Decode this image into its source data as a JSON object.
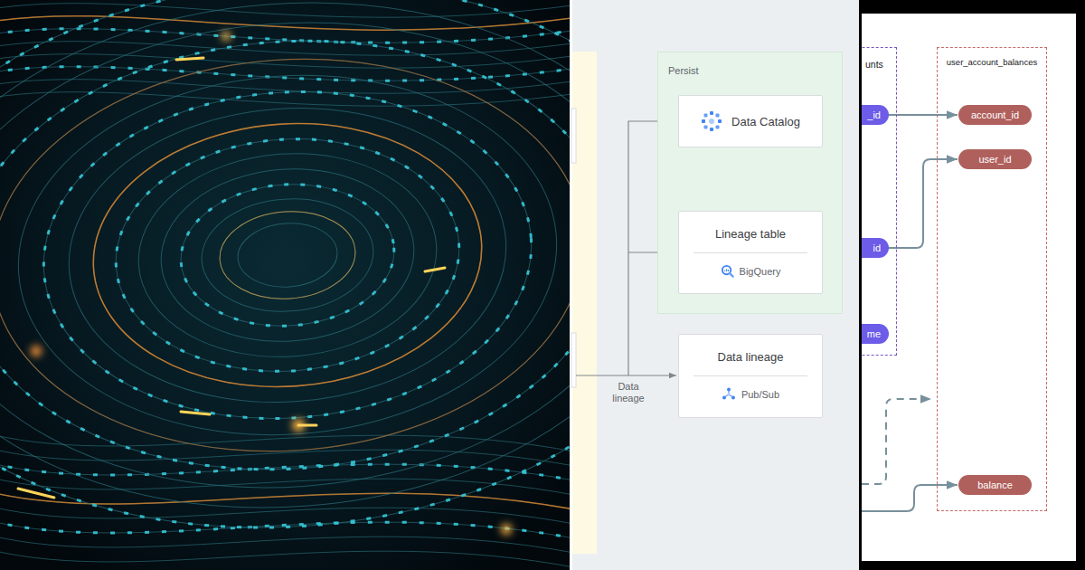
{
  "diagram": {
    "nodes": [
      {
        "text": [
          "Persist"
        ]
      },
      {
        "text": [
          "Data Catalog"
        ],
        "in": 0
      },
      {
        "text": [
          "Lineage table",
          "BigQuery"
        ],
        "in": 0
      },
      {
        "text": [
          "Data lineage",
          "Pub/Sub"
        ]
      },
      {
        "text": [
          "unts"
        ]
      },
      {
        "text": [
          "_id"
        ],
        "in": 4
      },
      {
        "text": [
          "id"
        ],
        "in": 4
      },
      {
        "text": [
          "me"
        ],
        "in": 4
      },
      {
        "text": [
          "user_account_balances"
        ]
      },
      {
        "text": [
          "account_id"
        ],
        "in": 8
      },
      {
        "text": [
          "user_id"
        ],
        "in": 8
      },
      {
        "text": [
          "balance"
        ],
        "in": 8
      }
    ],
    "edges": [
      {
        "from": 5,
        "to": 9,
        "arrow": "to"
      },
      {
        "from": 6,
        "to": 10,
        "arrow": "to"
      }
    ],
    "labels": [
      "Data lineage"
    ]
  }
}
